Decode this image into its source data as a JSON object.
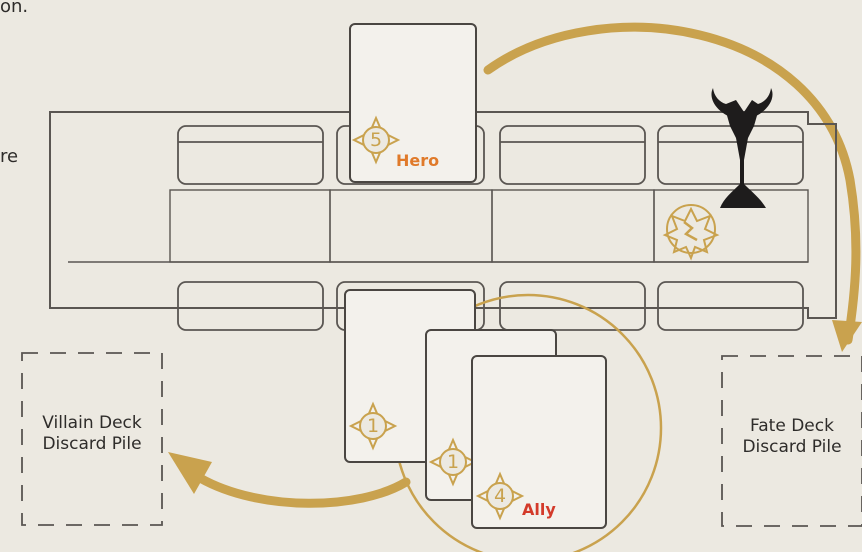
{
  "top_fragment": "on.",
  "left_fragment": "re",
  "villain_pile": {
    "line1": "Villain Deck",
    "line2": "Discard Pile"
  },
  "fate_pile": {
    "line1": "Fate Deck",
    "line2": "Discard Pile"
  },
  "hero_card": {
    "cost": "5",
    "label": "Hero"
  },
  "card_left": {
    "cost": "1"
  },
  "card_mid": {
    "cost": "1"
  },
  "ally_card": {
    "cost": "4",
    "label": "Ally"
  },
  "colors": {
    "background": "#ece9e1",
    "line": "#5a5652",
    "accent_gold": "#c9a24e",
    "hero_orange": "#e07a2a",
    "ally_red": "#d33a2a",
    "villain_black": "#1e1c1c"
  },
  "icons": [
    "cost-badge-icon",
    "villain-mover-icon",
    "lock-token-icon",
    "arrow-head-icon"
  ]
}
